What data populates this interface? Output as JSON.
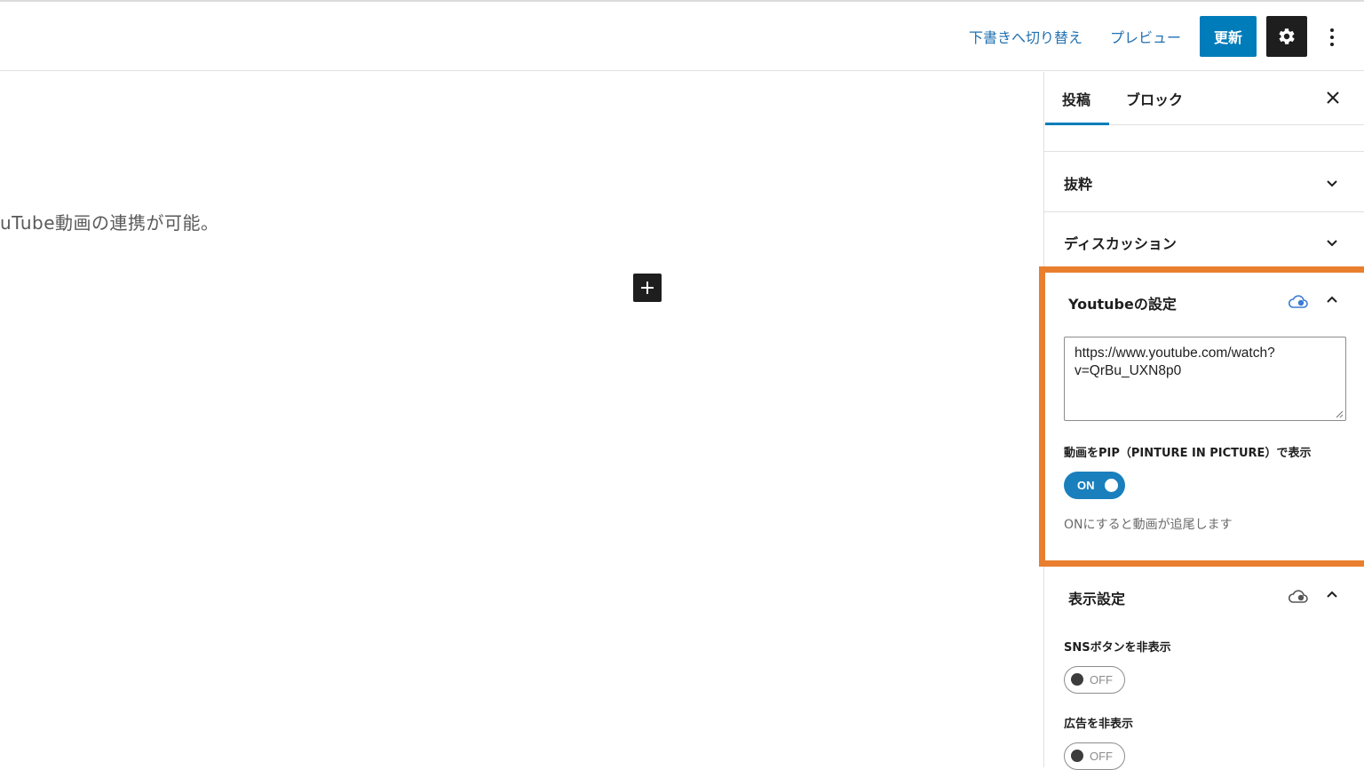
{
  "header": {
    "switch_to_draft": "下書きへ切り替え",
    "preview": "プレビュー",
    "update": "更新"
  },
  "editor": {
    "partial_text": "uTube動画の連携が可能。"
  },
  "sidebar": {
    "tabs": [
      "投稿",
      "ブロック"
    ],
    "panels": {
      "excerpt": "抜粋",
      "discussion": "ディスカッション",
      "youtube": {
        "title": "Youtubeの設定",
        "url_value": "https://www.youtube.com/watch?v=QrBu_UXN8p0",
        "url_line1": "https://www.youtube.com/watch?",
        "url_line2": "v=QrBu_UXN8p0",
        "pip_label": "動画をPIP（PINTURE IN PICTURE）で表示",
        "pip_toggle": "ON",
        "pip_help": "ONにすると動画が追尾します"
      },
      "display": {
        "title": "表示設定",
        "sns_label": "SNSボタンを非表示",
        "sns_toggle": "OFF",
        "ads_label": "広告を非表示",
        "ads_toggle": "OFF"
      }
    }
  },
  "colors": {
    "accent": "#007cba",
    "highlight": "#e97f2e",
    "link": "#2271b1",
    "dark": "#1e1e1e"
  },
  "icons": [
    "gear-icon",
    "more-vertical-icon",
    "close-icon",
    "plus-icon",
    "chevron-down-icon",
    "chevron-up-icon",
    "cloud-icon"
  ]
}
